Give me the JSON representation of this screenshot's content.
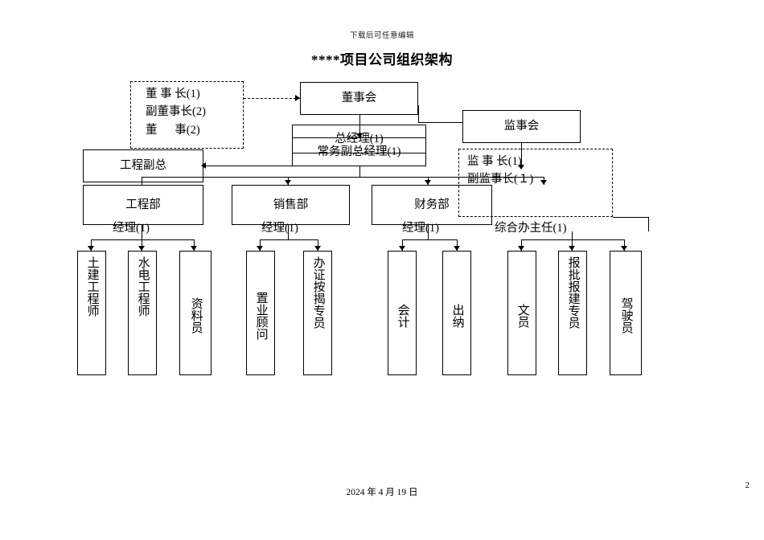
{
  "header": {
    "note": "下载后可任意编辑",
    "title": "****项目公司组织架构"
  },
  "footer": {
    "date": "2024 年 4 月 19 日",
    "page_number": "2"
  },
  "chart_data": {
    "type": "org-chart",
    "title": "****项目公司组织架构"
  },
  "nodes": {
    "board_committee": "董事会",
    "supervisory_board": "监事会",
    "board_members": [
      "董 事 长(1)",
      "副董事长(2)",
      "董      事(2)"
    ],
    "supervisors": [
      "监 事 长(1)",
      "副监事长(１)"
    ],
    "general_manager": "总经理(1)",
    "deputy_general_manager": "常务副总经理(1)",
    "engineering_vice": "工程副总",
    "dept_engineering": "工程部",
    "dept_sales": "销售部",
    "dept_finance": "财务部",
    "manager_engineering": "经理(1)",
    "manager_sales": "经理(1)",
    "manager_finance": "经理(1)",
    "office_director": "综合办主任(1)",
    "staff": [
      "土建工程师",
      "水电工程师",
      "资料员",
      "置业顾问",
      "办证按揭专员",
      "会计",
      "出纳",
      "文员",
      "报批报建专员",
      "驾驶员"
    ]
  }
}
